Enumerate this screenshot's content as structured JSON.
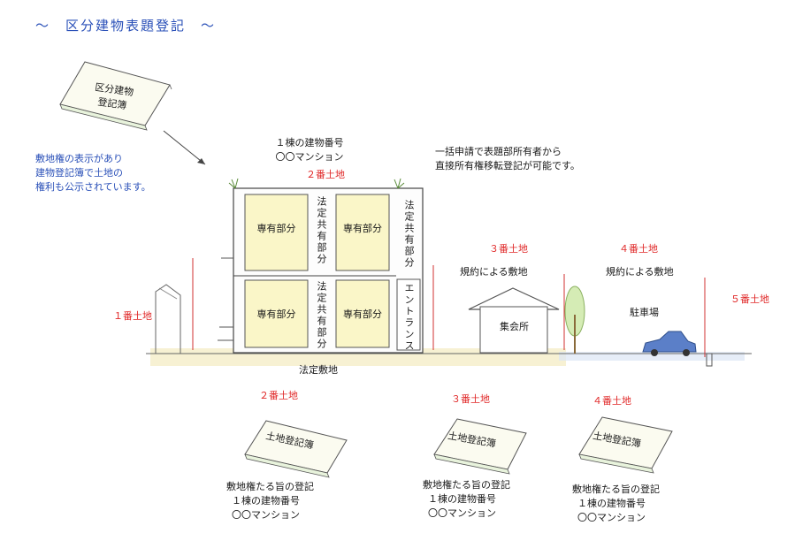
{
  "title": "〜　区分建物表題登記　〜",
  "register_book": {
    "line1": "区分建物",
    "line2": "登記簿"
  },
  "note_left": [
    "敷地権の表示があり",
    "建物登記簿で土地の",
    "権利も公示されています。"
  ],
  "building_number": {
    "line1": "１棟の建物番号",
    "line2": "〇〇マンション"
  },
  "note_right": [
    "一括申請で表題部所有者から",
    "直接所有権移転登記が可能です。"
  ],
  "lots": {
    "lot1": "１番土地",
    "lot2": "２番土地",
    "lot3": "３番土地",
    "lot4": "４番土地",
    "lot5": "５番土地"
  },
  "units": {
    "exclusive": "専有部分",
    "common_upper": "法定共有部分",
    "common_lower": "法定共有部分",
    "common_side": "法定共有部分",
    "entrance": "エントランス"
  },
  "site_labels": {
    "legal_site": "法定敷地",
    "agreed_site_3": "規約による敷地",
    "agreed_site_4": "規約による敷地",
    "meeting_hall": "集会所",
    "parking": "駐車場"
  },
  "land_books": [
    {
      "lot": "２番土地",
      "book": "土地登記簿",
      "lines": [
        "敷地権たる旨の登記",
        "１棟の建物番号",
        "〇〇マンション"
      ]
    },
    {
      "lot": "３番土地",
      "book": "土地登記簿",
      "lines": [
        "敷地権たる旨の登記",
        "１棟の建物番号",
        "〇〇マンション"
      ]
    },
    {
      "lot": "４番土地",
      "book": "土地登記簿",
      "lines": [
        "敷地権たる旨の登記",
        "１棟の建物番号",
        "〇〇マンション"
      ]
    }
  ],
  "colors": {
    "title": "#2a50b8",
    "lot_label": "#e02828",
    "unit_fill": "#faf6c8",
    "ground": "#f3ecc2"
  }
}
